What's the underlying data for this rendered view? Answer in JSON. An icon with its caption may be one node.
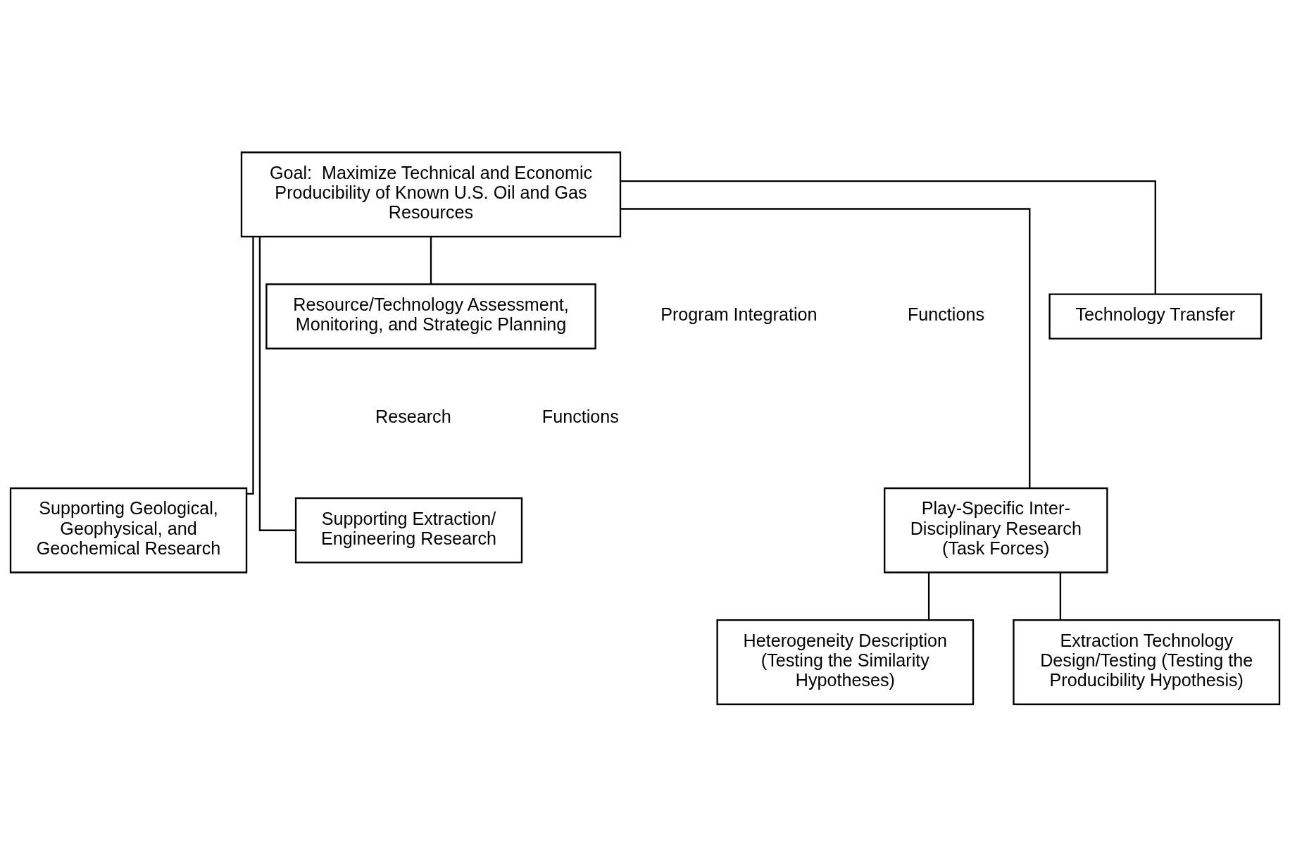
{
  "diagram": {
    "nodes": [
      {
        "text": [
          "Goal:  Maximize Technical and Economic Producibility of Known U.S. Oil and Gas Resources"
        ]
      },
      {
        "text": [
          "Resource/Technology Assessment, Monitoring, and Strategic Planning"
        ]
      },
      {
        "text": [
          "Technology Transfer"
        ]
      },
      {
        "text": [
          "Supporting Geological, Geophysical, and Geochemical Research"
        ]
      },
      {
        "text": [
          "Play-Specific Inter-Disciplinary Research (Task Forces)"
        ]
      },
      {
        "text": [
          "Supporting Extraction/ Engineering Research"
        ]
      },
      {
        "text": [
          "Heterogeneity Description (Testing the Similarity Hypotheses)"
        ]
      },
      {
        "text": [
          "Extraction Technology Design/Testing (Testing the Producibility Hypothesis)"
        ]
      }
    ],
    "edges": [
      {
        "from": 0,
        "to": 1,
        "arrow": "none"
      },
      {
        "from": 0,
        "to": 2,
        "arrow": "none"
      },
      {
        "from": 0,
        "to": 3,
        "arrow": "none"
      },
      {
        "from": 0,
        "to": 4,
        "arrow": "none"
      },
      {
        "from": 0,
        "to": 5,
        "arrow": "none"
      },
      {
        "from": 4,
        "to": 6,
        "arrow": "none"
      },
      {
        "from": 4,
        "to": 7,
        "arrow": "none"
      }
    ],
    "labels": [
      "Program Integration",
      "Functions",
      "Research",
      "Functions"
    ]
  }
}
